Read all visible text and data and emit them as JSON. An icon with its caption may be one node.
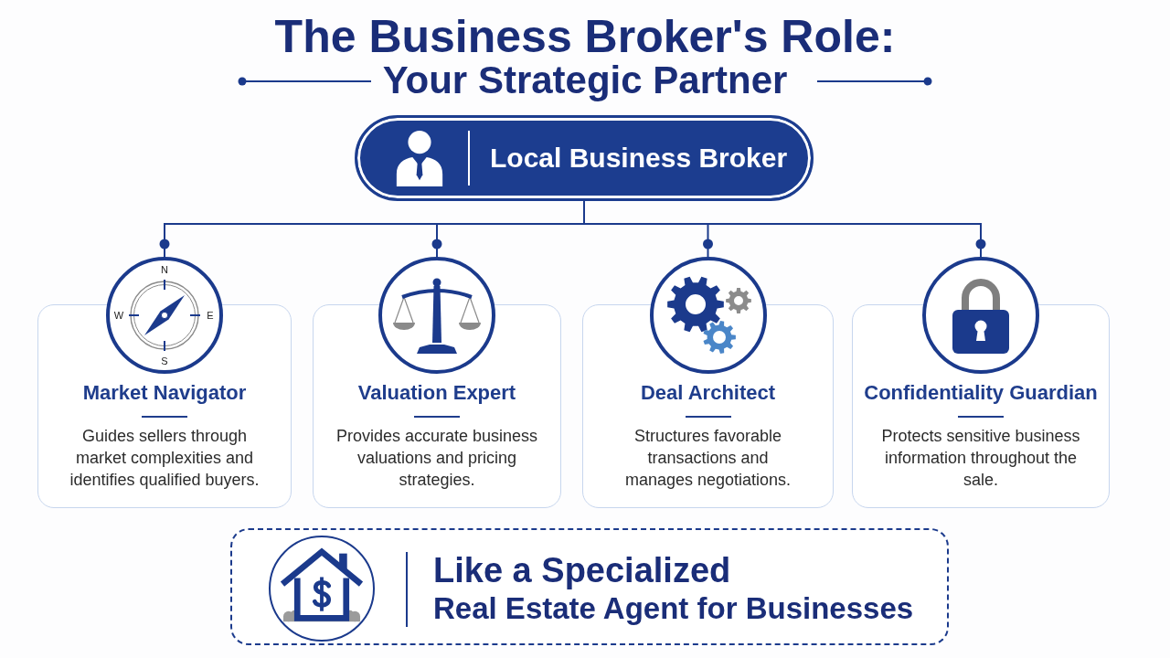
{
  "diagram": {
    "title": "The Business Broker's Role:",
    "nodes": [
      {
        "text": [
          "Local Business Broker"
        ]
      },
      {
        "text": [
          "Market Navigator",
          "Guides sellers through market complexities and identifies qualified buyers."
        ]
      },
      {
        "text": [
          "Valuation Expert",
          "Provides accurate business valuations and pricing strategies."
        ]
      },
      {
        "text": [
          "Deal Architect",
          "Structures favorable transactions and manages negotiations."
        ]
      },
      {
        "text": [
          "Confidentiality Guardian",
          "Protects sensitive business information throughout the sale."
        ]
      },
      {
        "text": [
          "Like a Specialized",
          "Real Estate Agent for Businesses"
        ]
      }
    ],
    "edges": [
      {
        "from": 0,
        "to": 1,
        "arrow": "other"
      },
      {
        "from": 0,
        "to": 2,
        "arrow": "other"
      },
      {
        "from": 0,
        "to": 3,
        "arrow": "other"
      },
      {
        "from": 0,
        "to": 4,
        "arrow": "other"
      }
    ],
    "labels": [
      "Your Strategic Partner",
      "N",
      "W",
      "E",
      "S"
    ]
  }
}
